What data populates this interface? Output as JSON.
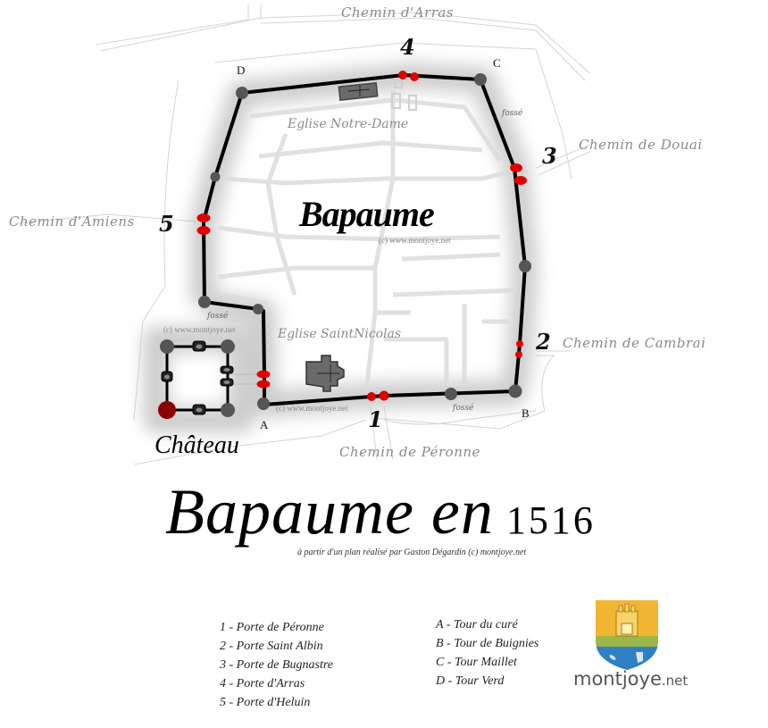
{
  "title": {
    "main": "Bapaume en",
    "year": "1516",
    "subtitle": "à partir d'un plan réalisé par Gaston Dégardin (c) montjoye.net"
  },
  "map": {
    "town_name": "Bapaume",
    "chateau_name": "Château",
    "copyright": "(c) www.montjoye.net",
    "roads": {
      "arras": "Chemin d'Arras",
      "douai": "Chemin de Douai",
      "amiens": "Chemin d'Amiens",
      "cambrai": "Chemin de Cambrai",
      "peronne": "Chemin de Péronne"
    },
    "churches": {
      "notre_dame": "Eglise Notre-Dame",
      "saint_nicolas": "Eglise SaintNicolas"
    },
    "moat_label": "fossé",
    "gate_numbers": [
      "1",
      "2",
      "3",
      "4",
      "5"
    ],
    "tower_letters": [
      "A",
      "B",
      "C",
      "D"
    ],
    "colors": {
      "wall": "#000000",
      "gate": "#e00000",
      "tower": "#555555",
      "chateau_main_tower": "#8b0000",
      "street": "#d8d8d8",
      "moat_shadow": "#bdbdbd"
    }
  },
  "legend": {
    "gates": [
      "1 - Porte de Péronne",
      "2 - Porte Saint Albin",
      "3 - Porte de Bugnastre",
      "4 - Porte d'Arras",
      "5 - Porte d'Heluin"
    ],
    "towers": [
      "A - Tour du curé",
      "B - Tour de Buignies",
      "C - Tour Maillet",
      "D - Tour Verd"
    ]
  },
  "logo": {
    "name": "montjoye",
    "tld": ".net",
    "colors": {
      "gold": "#f2b632",
      "green": "#9cb84a",
      "blue": "#2f7fc4"
    }
  }
}
